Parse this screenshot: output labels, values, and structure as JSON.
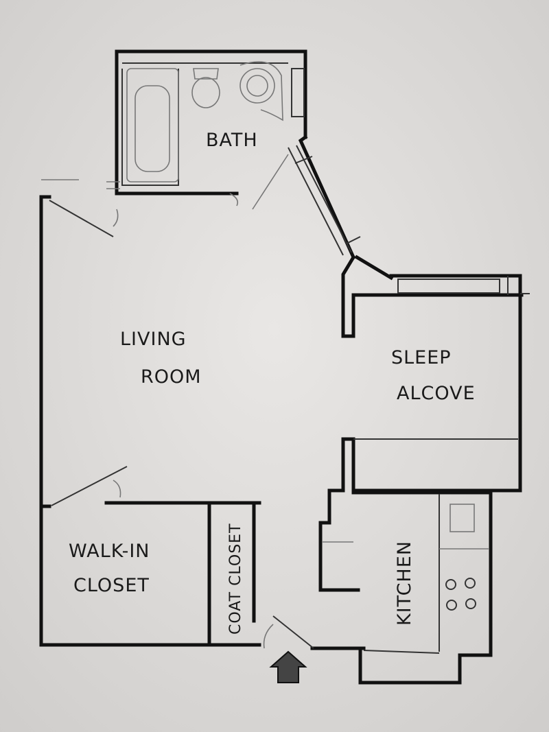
{
  "title": "Studio apartment floor plan sketch",
  "rooms": {
    "bath": "BATH",
    "living_line1": "LIVING",
    "living_line2": "ROOM",
    "sleep_line1": "SLEEP",
    "sleep_line2": "ALCOVE",
    "walkin_line1": "WALK-IN",
    "walkin_line2": "CLOSET",
    "coat_closet": "COAT CLOSET",
    "kitchen": "KITCHEN"
  },
  "icons": {
    "entry": "up-arrow-icon"
  },
  "colors": {
    "paper": "#dedcda",
    "ink": "#111111",
    "pencil": "#777777"
  }
}
